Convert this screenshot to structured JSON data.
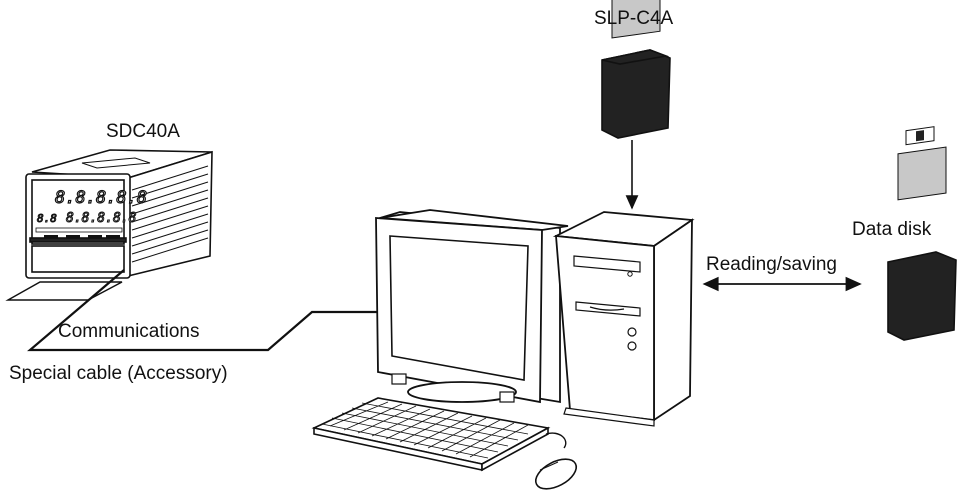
{
  "labels": {
    "controller": "SDC40A",
    "software_disk": "SLP-C4A",
    "data_disk": "Data disk",
    "transfer": "Reading/saving",
    "communications": "Communications",
    "cable": "Special cable (Accessory)"
  },
  "controller_display": {
    "pv_digits": "8.8.8.8.8",
    "sv_digits": "8.8.8.8.8",
    "small_digits": "8.8"
  },
  "icons": {
    "controller": "controller-device-icon",
    "monitor": "crt-monitor-icon",
    "tower": "pc-tower-icon",
    "keyboard": "keyboard-icon",
    "mouse": "mouse-icon",
    "floppy": "floppy-disk-icon"
  },
  "colors": {
    "stroke": "#111111",
    "light_fill": "#ffffff",
    "gray_fill": "#c8c8c8",
    "dark_fill": "#222222"
  }
}
